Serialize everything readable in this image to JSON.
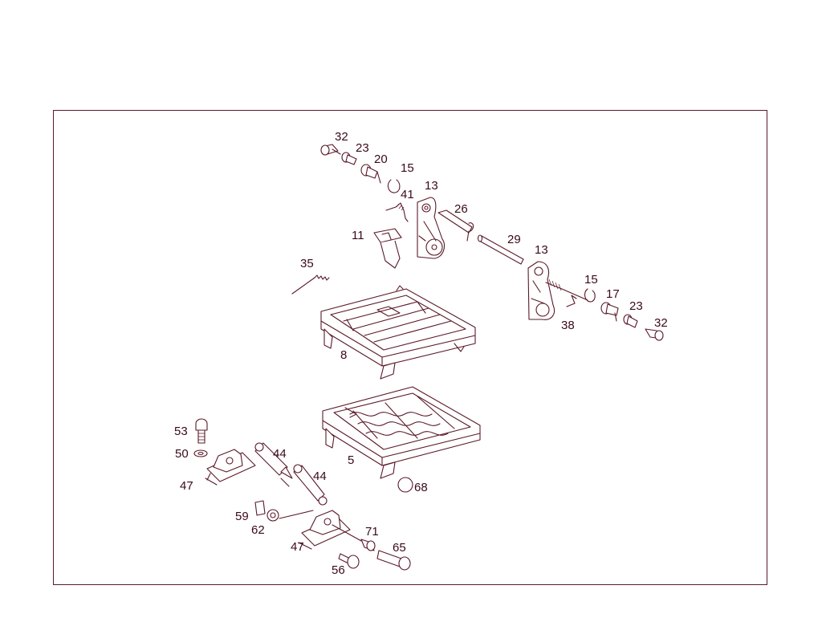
{
  "colors": {
    "line": "#5a1a2a",
    "label": "#3a0a18",
    "background": "#ffffff"
  },
  "labels": {
    "p32a": "32",
    "p23a": "23",
    "p20": "20",
    "p15a": "15",
    "p41": "41",
    "p13a": "13",
    "p26": "26",
    "p11": "11",
    "p29": "29",
    "p13b": "13",
    "p35": "35",
    "p15b": "15",
    "p17": "17",
    "p23b": "23",
    "p32b": "32",
    "p38": "38",
    "p8": "8",
    "p53": "53",
    "p44a": "44",
    "p50": "50",
    "p5": "5",
    "p44b": "44",
    "p47a": "47",
    "p68": "68",
    "p59": "59",
    "p62": "62",
    "p71": "71",
    "p47b": "47",
    "p65": "65",
    "p56": "56"
  }
}
